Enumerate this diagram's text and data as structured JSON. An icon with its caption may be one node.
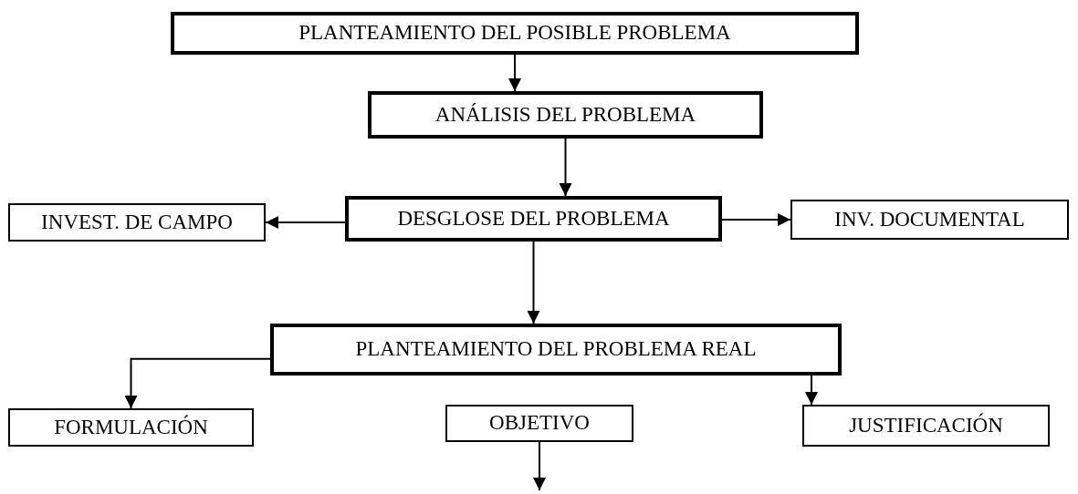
{
  "diagram": {
    "nodes": [
      {
        "text": [
          "PLANTEAMIENTO DEL POSIBLE PROBLEMA"
        ]
      },
      {
        "text": [
          "ANÁLISIS DEL PROBLEMA"
        ]
      },
      {
        "text": [
          "INVEST. DE CAMPO"
        ]
      },
      {
        "text": [
          "DESGLOSE DEL PROBLEMA"
        ]
      },
      {
        "text": [
          "INV. DOCUMENTAL"
        ]
      },
      {
        "text": [
          "PLANTEAMIENTO DEL PROBLEMA REAL"
        ]
      },
      {
        "text": [
          "FORMULACIÓN"
        ]
      },
      {
        "text": [
          "OBJETIVO"
        ]
      },
      {
        "text": [
          "JUSTIFICACIÓN"
        ]
      }
    ],
    "edges": [
      {
        "from": 0,
        "to": 1,
        "arrow": "to"
      },
      {
        "from": 1,
        "to": 3,
        "arrow": "to"
      },
      {
        "from": 3,
        "to": 2,
        "arrow": "to"
      },
      {
        "from": 3,
        "to": 4,
        "arrow": "to"
      },
      {
        "from": 3,
        "to": 5,
        "arrow": "to"
      },
      {
        "from": 5,
        "to": 6,
        "arrow": "to"
      },
      {
        "from": 5,
        "to": 8,
        "arrow": "to"
      },
      {
        "from": 7,
        "to": null,
        "arrow": "to"
      }
    ]
  }
}
